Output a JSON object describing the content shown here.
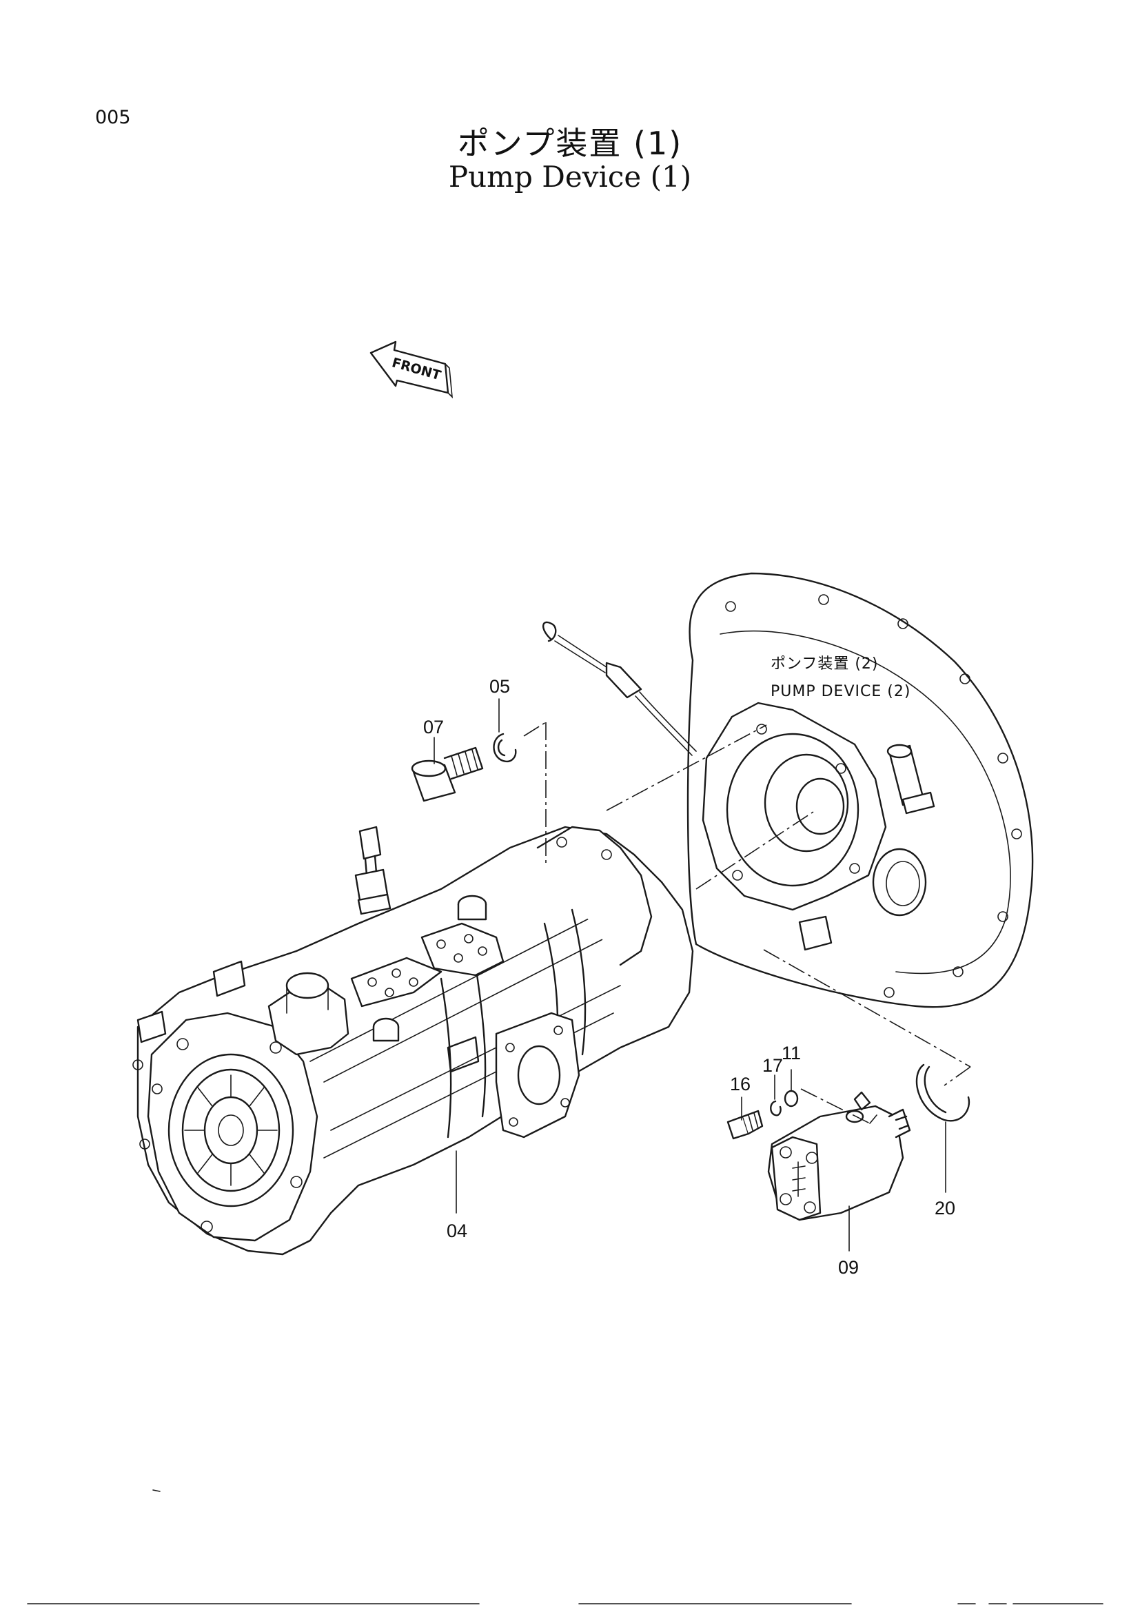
{
  "page": {
    "page_number": "005",
    "title_ja": "ポンプ装置 (1)",
    "title_en": "Pump Device (1)"
  },
  "direction": {
    "label": "FRONT"
  },
  "reference": {
    "line_ja": "ポンフ装置 (2)",
    "line_en": "PUMP DEVICE (2)"
  },
  "callouts": [
    {
      "id": "05",
      "label": "05"
    },
    {
      "id": "07",
      "label": "07"
    },
    {
      "id": "04",
      "label": "04"
    },
    {
      "id": "16",
      "label": "16"
    },
    {
      "id": "17",
      "label": "17"
    },
    {
      "id": "11",
      "label": "11"
    },
    {
      "id": "09",
      "label": "09"
    },
    {
      "id": "20",
      "label": "20"
    }
  ]
}
